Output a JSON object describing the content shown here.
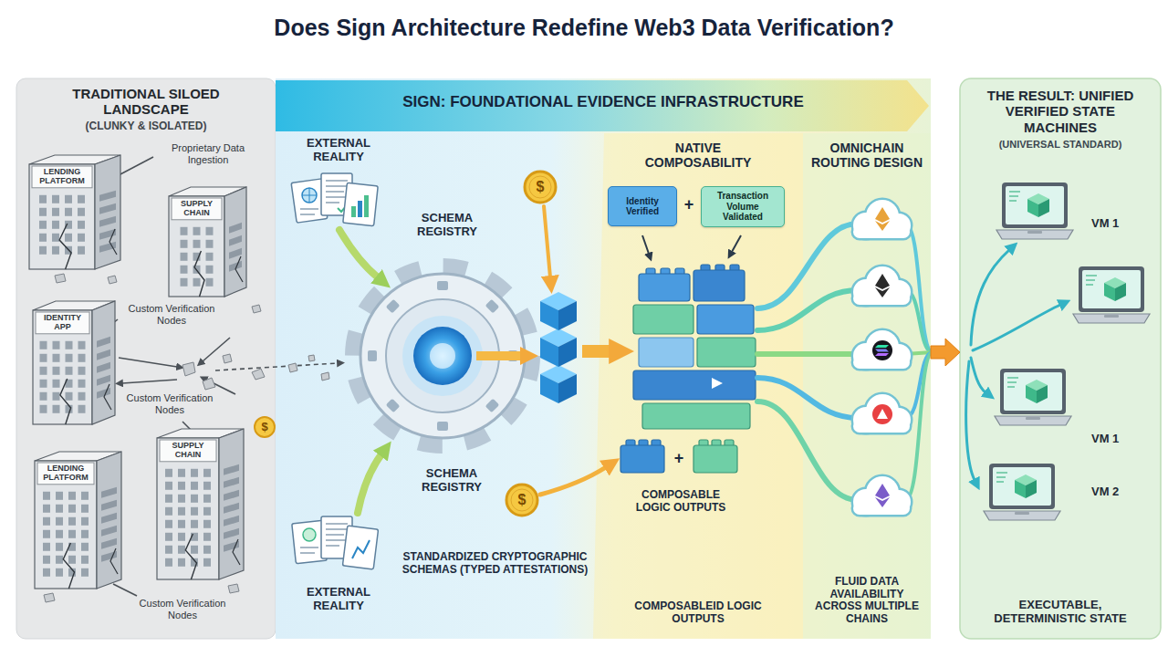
{
  "diagram": {
    "title": "Does Sign Architecture Redefine Web3 Data Verification?",
    "nodes": [
      {
        "text": [
          "TRADITIONAL SILOED LANDSCAPE",
          "(CLUNKY & ISOLATED)"
        ]
      },
      {
        "text": [
          "LENDING PLATFORM"
        ],
        "in": 0
      },
      {
        "text": [
          "SUPPLY CHAIN"
        ],
        "in": 0
      },
      {
        "text": [
          "IDENTITY APP"
        ],
        "in": 0
      },
      {
        "text": [
          "LENDING PLATFORM"
        ],
        "in": 0
      },
      {
        "text": [
          "SUPPLY CHAIN"
        ],
        "in": 0
      },
      {
        "text": [
          "SIGN: FOUNDATIONAL EVIDENCE INFRASTRUCTURE"
        ]
      },
      {
        "text": [
          "NATIVE COMPOSABILITY",
          "COMPOSABLEID LOGIC OUTPUTS"
        ],
        "in": 6
      },
      {
        "text": [
          "Identity Verified"
        ],
        "in": 7
      },
      {
        "text": [
          "Transaction Volume Validated"
        ],
        "in": 7
      },
      {
        "text": [
          "OMNICHAIN ROUTING DESIGN",
          "FLUID DATA AVAILABILITY ACROSS MULTIPLE CHAINS"
        ],
        "in": 6
      },
      {
        "text": [
          "THE RESULT: UNIFIED VERIFIED STATE MACHINES",
          "(UNIVERSAL STANDARD)",
          "EXECUTABLE, DETERMINISTIC STATE"
        ]
      }
    ],
    "edges": [
      {
        "from": 10,
        "to": 11,
        "arrow": "to"
      }
    ],
    "labels": [
      "Proprietary Data Ingestion",
      "Custom Verification Nodes",
      "Custom Verification Nodes",
      "$",
      "Custom Verification Nodes",
      "EXTERNAL REALITY",
      "SCHEMA REGISTRY",
      "$",
      "+",
      "SCHEMA REGISTRY",
      "$",
      "+",
      "COMPOSABLE LOGIC OUTPUTS",
      "EXTERNAL REALITY",
      "STANDARDIZED CRYPTOGRAPHIC SCHEMAS (TYPED ATTESTATIONS)",
      "VM 1",
      "VM 1",
      "VM 2"
    ]
  }
}
